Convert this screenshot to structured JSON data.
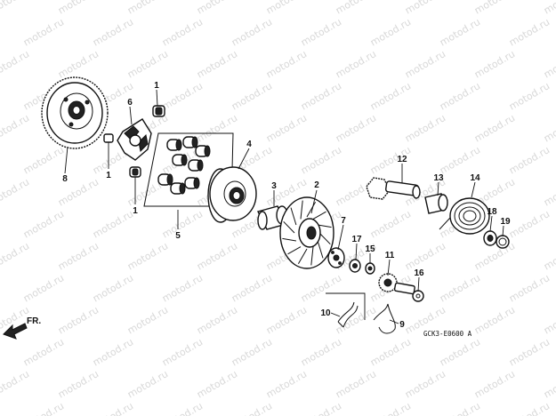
{
  "watermark": "motod.ru",
  "diagram_code": "GCK3-E0600 A",
  "front_arrow_label": "FR.",
  "callouts": [
    "1",
    "1",
    "1",
    "2",
    "3",
    "4",
    "5",
    "6",
    "7",
    "8",
    "9",
    "10",
    "11",
    "12",
    "13",
    "14",
    "15",
    "16",
    "17",
    "18",
    "19"
  ],
  "colors": {
    "line": "#111111",
    "watermark": "#d8d8d8",
    "background": "#ffffff"
  }
}
